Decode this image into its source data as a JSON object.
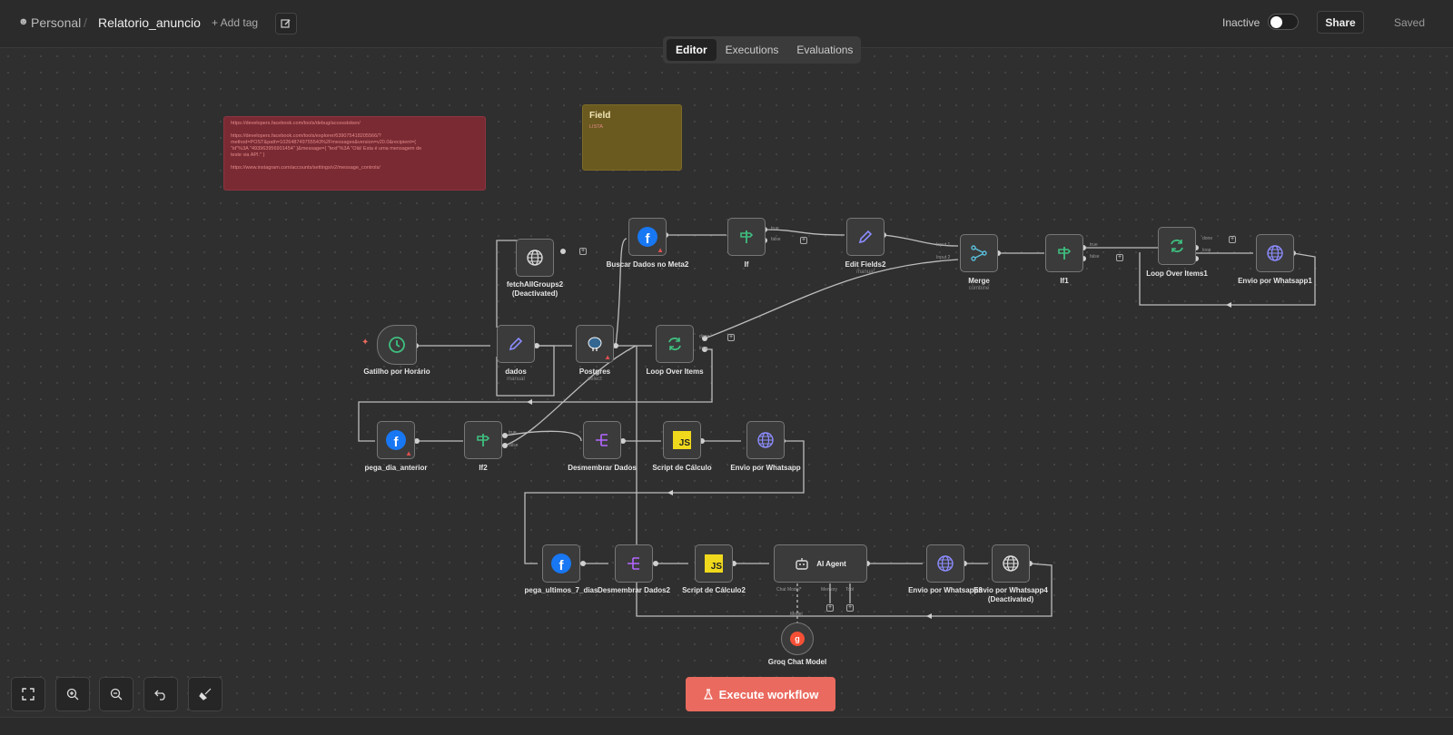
{
  "header": {
    "workspace": "Personal",
    "separator": "/",
    "workflow_name": "Relatorio_anuncio",
    "add_tag": "+ Add tag",
    "status_label": "Inactive",
    "share_label": "Share",
    "saved_label": "Saved"
  },
  "tabs": [
    "Editor",
    "Executions",
    "Evaluations"
  ],
  "stickies": {
    "red_lines": [
      "https://developers.facebook.com/tools/debug/accesstoken/",
      "https://developers.facebook.com/tools/explorer/639075418205566/?",
      "method=POST&path=102648749755543%2Fmessages&version=v20.0&recipient={",
      "\"id\"%3A \"493963956901454\" }&message={ \"text\"%3A \"Olá! Esta é uma mensagem de",
      "teste via API.\" }",
      "https://www.instagram.com/accounts/settings/v2/message_controls/"
    ],
    "yellow_title": "Field",
    "yellow_body": "LISTA"
  },
  "nodes": {
    "fetch_all_groups": {
      "label": "fetchAllGroups2",
      "sub": "(Deactivated)"
    },
    "buscar_dados": {
      "label": "Buscar Dados no Meta2"
    },
    "if": {
      "label": "If"
    },
    "edit_fields2": {
      "label": "Edit Fields2",
      "sub": "manual"
    },
    "merge": {
      "label": "Merge",
      "sub": "combine"
    },
    "if1": {
      "label": "If1"
    },
    "loop_over_items1": {
      "label": "Loop Over Items1"
    },
    "envio_whatsapp1": {
      "label": "Envio por Whatsapp1"
    },
    "gatilho": {
      "label": "Gatilho por Horário"
    },
    "dados": {
      "label": "dados",
      "sub": "manual"
    },
    "postgres": {
      "label": "Postgres",
      "sub": "select"
    },
    "loop_over_items": {
      "label": "Loop Over Items"
    },
    "pega_dia_anterior": {
      "label": "pega_dia_anterior"
    },
    "if2": {
      "label": "If2"
    },
    "desmembrar_dados": {
      "label": "Desmembrar Dados"
    },
    "script_calculo": {
      "label": "Script de Cálculo"
    },
    "envio_whatsapp": {
      "label": "Envio por Whatsapp"
    },
    "pega_ultimos": {
      "label": "pega_ultimos_7_dias"
    },
    "desmembrar_dados2": {
      "label": "Desmembrar Dados2"
    },
    "script_calculo2": {
      "label": "Script de Cálculo2"
    },
    "ai_agent": {
      "label": "AI Agent"
    },
    "envio_whatsapp3": {
      "label": "Envio por Whatsapp3"
    },
    "envio_whatsapp4": {
      "label": "Envio por Whatsapp4",
      "sub": "(Deactivated)"
    },
    "groq": {
      "label": "Groq Chat Model"
    }
  },
  "ports": {
    "true": "true",
    "false": "false",
    "done": "done",
    "loop": "loop",
    "input1": "Input 1",
    "input2": "Input 2",
    "chat_model": "Chat Model*",
    "memory": "Memory",
    "tool": "Tool",
    "model": "Model"
  },
  "execute_label": "Execute workflow",
  "icons": {
    "user": "user-icon",
    "edit": "pencil-square-icon",
    "fit": "fit-view-icon",
    "zoom_in": "zoom-in-icon",
    "zoom_out": "zoom-out-icon",
    "undo": "undo-icon",
    "tidy": "broom-icon"
  },
  "colors": {
    "accent": "#ea6a5f",
    "sticky_red": "#7a2a33",
    "sticky_yellow": "#6b5a1f",
    "node_bg": "#3b3b3b",
    "canvas": "#2f2f2f"
  }
}
